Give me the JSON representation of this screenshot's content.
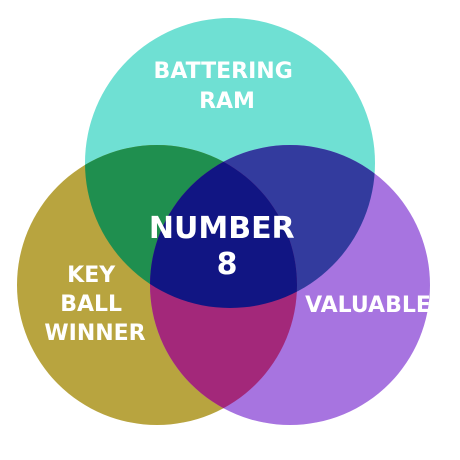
{
  "sets": {
    "top": {
      "label_lines": [
        "BATTERING",
        "RAM"
      ],
      "color": "#6fe0d3"
    },
    "left": {
      "label_lines": [
        "KEY",
        "BALL",
        "WINNER"
      ],
      "color": "#b8a43f"
    },
    "right": {
      "label_lines": [
        "VALUABLE"
      ],
      "color": "#a774e0"
    }
  },
  "intersections": {
    "top_left": {
      "color": "#1f8f4f"
    },
    "top_right": {
      "color": "#333b9e"
    },
    "left_right": {
      "color": "#a3287a"
    },
    "center": {
      "label_lines": [
        "NUMBER",
        "8"
      ],
      "color": "#111583"
    }
  }
}
